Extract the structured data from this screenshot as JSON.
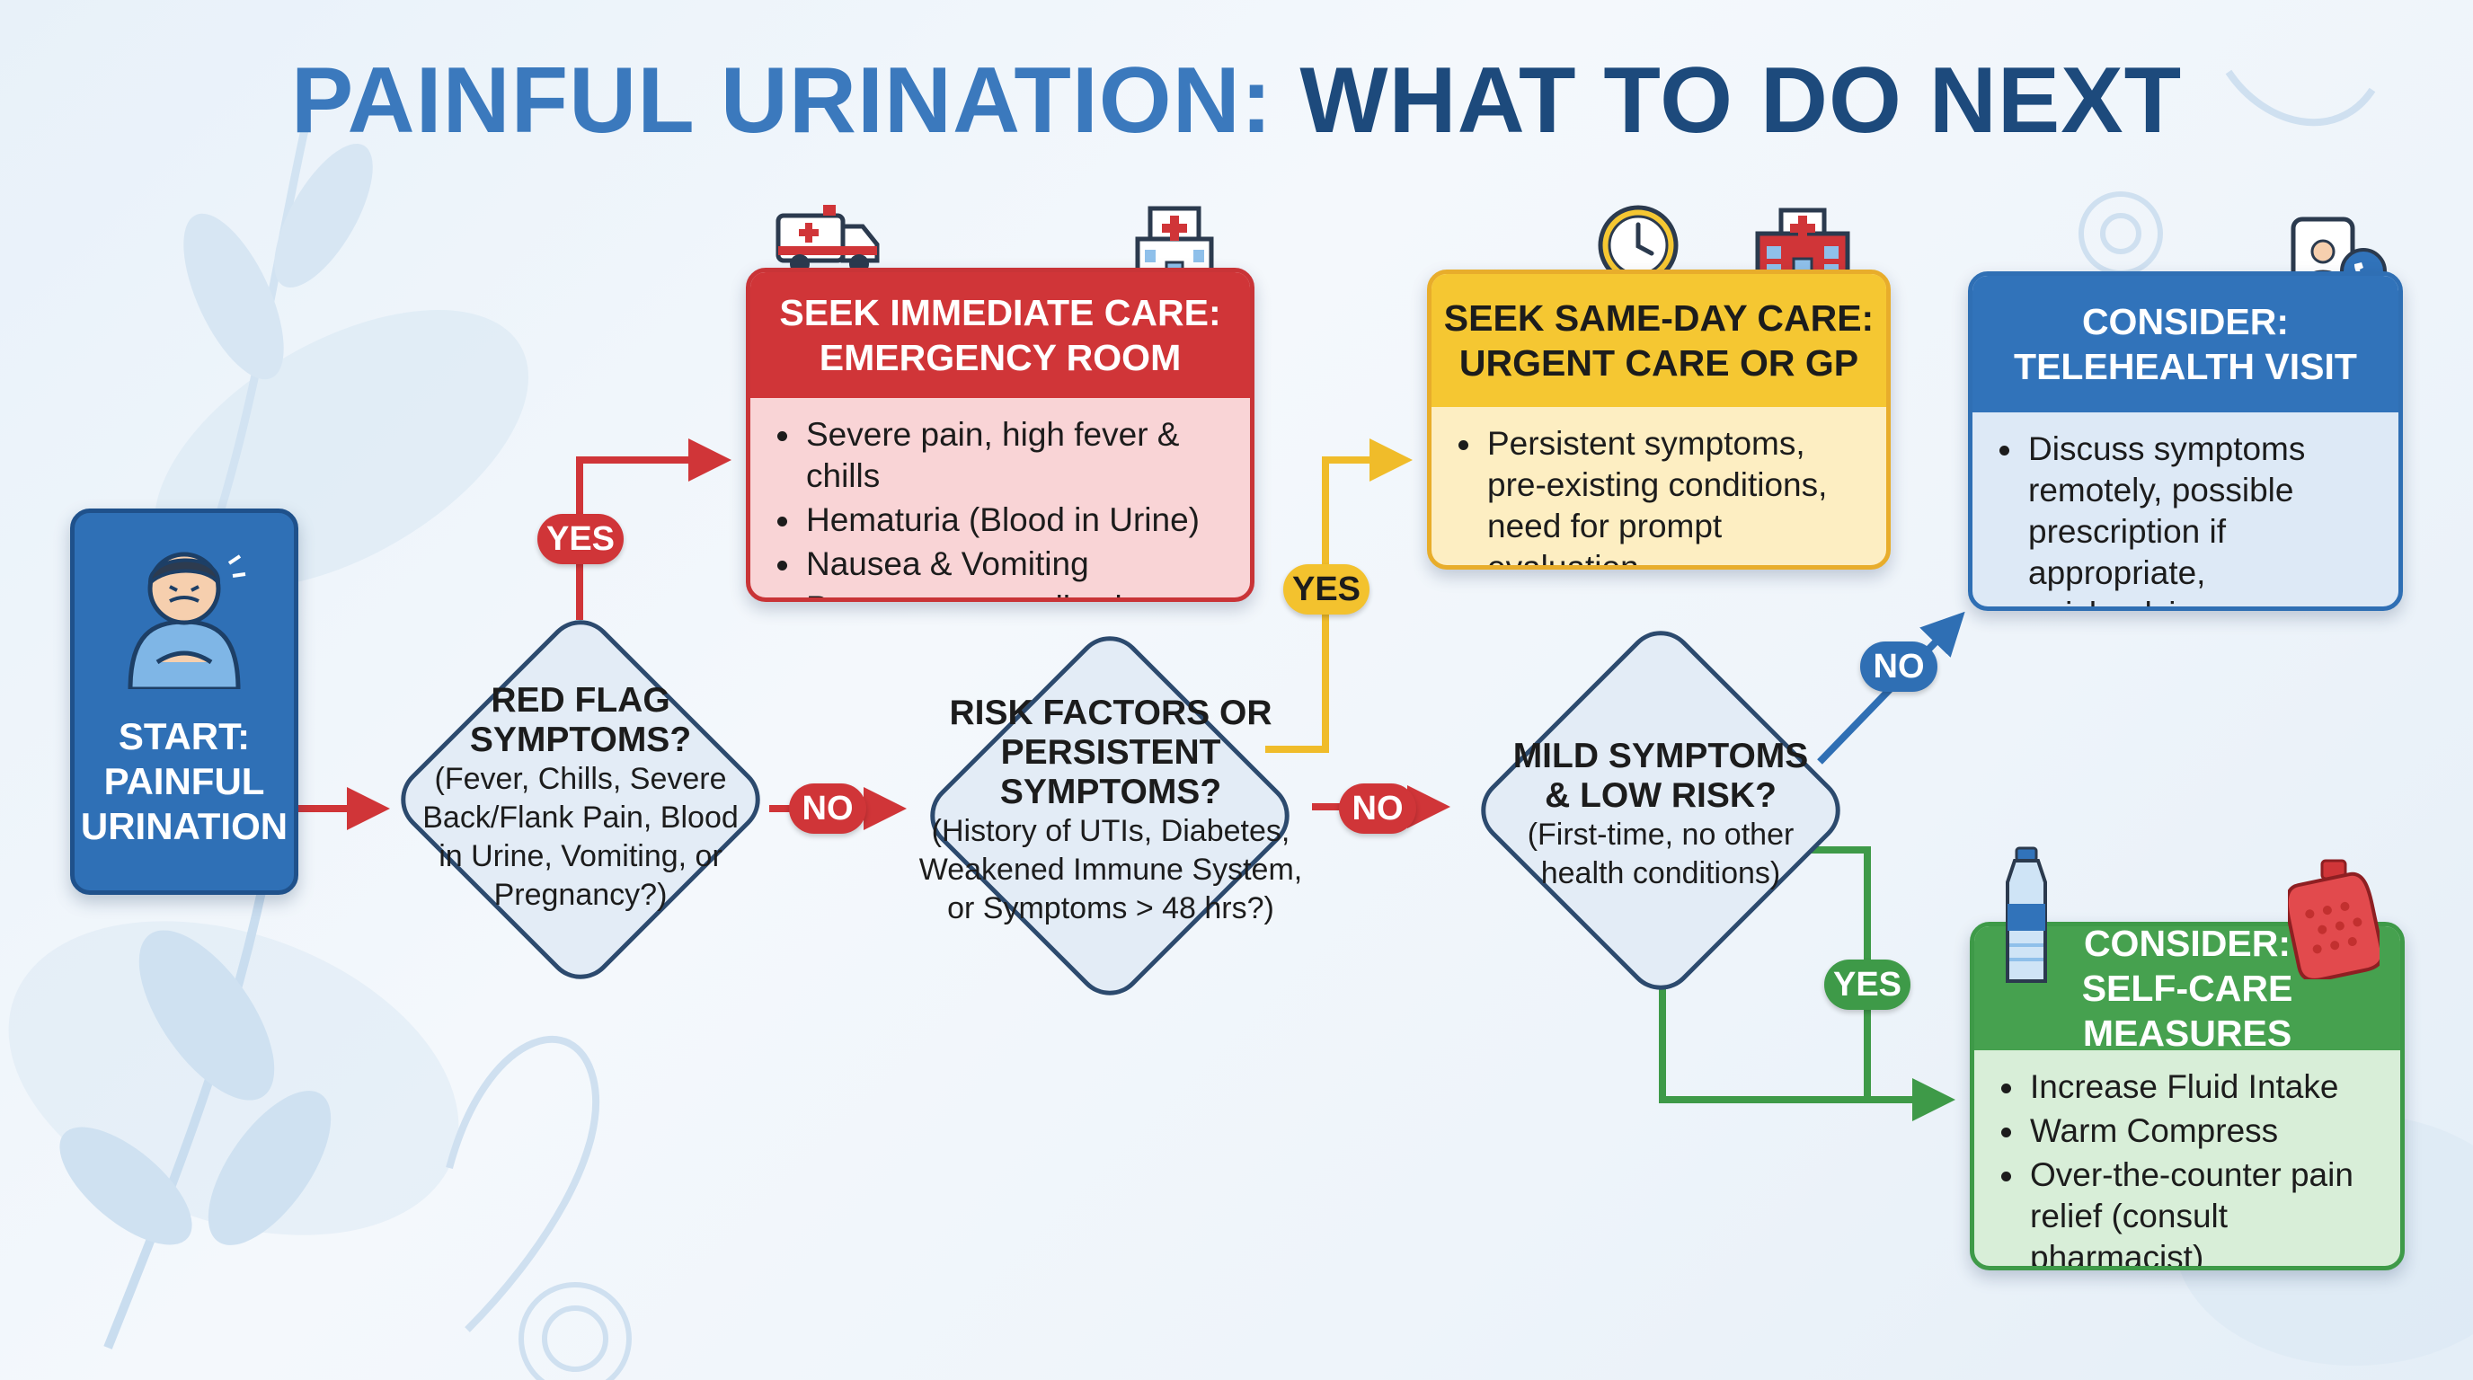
{
  "title": {
    "part1": "PAINFUL URINATION:",
    "part2": "WHAT TO DO NEXT"
  },
  "start": {
    "lines": [
      "START:",
      "PAINFUL",
      "URINATION"
    ]
  },
  "er": {
    "header": [
      "SEEK IMMEDIATE CARE:",
      "EMERGENCY ROOM"
    ],
    "items": [
      "Severe pain, high fever & chills",
      "Hematuria (Blood in Urine)",
      "Nausea & Vomiting",
      "Pregnancy complications"
    ]
  },
  "urgent": {
    "header": [
      "SEEK SAME-DAY CARE:",
      "URGENT CARE OR GP"
    ],
    "item_lines": [
      "Persistent symptoms,",
      "pre-existing conditions,",
      "need for prompt evaluation"
    ]
  },
  "telehealth": {
    "header": [
      "CONSIDER:",
      "TELEHEALTH VISIT"
    ],
    "item_lines": [
      "Discuss symptoms",
      "remotely, possible",
      "prescription if appropriate,",
      "quick advice"
    ]
  },
  "selfcare": {
    "header": [
      "CONSIDER:",
      "SELF-CARE MEASURES"
    ],
    "items": [
      "Increase Fluid Intake",
      "Warm Compress"
    ],
    "item3_lines": [
      "Over-the-counter pain",
      "relief (consult pharmacist)"
    ]
  },
  "decision1": {
    "question": [
      "RED FLAG",
      "SYMPTOMS?"
    ],
    "detail": [
      "(Fever, Chills, Severe",
      "Back/Flank Pain, Blood",
      "in Urine, Vomiting, or",
      "Pregnancy?)"
    ]
  },
  "decision2": {
    "question": [
      "RISK FACTORS OR",
      "PERSISTENT",
      "SYMPTOMS?"
    ],
    "detail": [
      "(History of UTIs, Diabetes,",
      "Weakened Immune System,",
      "or Symptoms > 48 hrs?)"
    ]
  },
  "decision3": {
    "question": [
      "MILD SYMPTOMS",
      "& LOW RISK?"
    ],
    "detail": [
      "(First-time, no other",
      "health conditions)"
    ]
  },
  "labels": {
    "yes": "YES",
    "no": "NO"
  },
  "colors": {
    "emergency": "#d03538",
    "urgent": "#f5c732",
    "telehealth": "#3173ba",
    "selfcare": "#46a14f",
    "start": "#2f70b6",
    "title_light": "#3b79bd",
    "title_dark": "#1d4a7c"
  },
  "icons": [
    "ambulance-icon",
    "hospital-icon",
    "clock-icon",
    "clinic-icon",
    "phone-video-call-icon",
    "water-bottle-icon",
    "hot-water-bottle-icon",
    "person-in-pain-icon"
  ]
}
